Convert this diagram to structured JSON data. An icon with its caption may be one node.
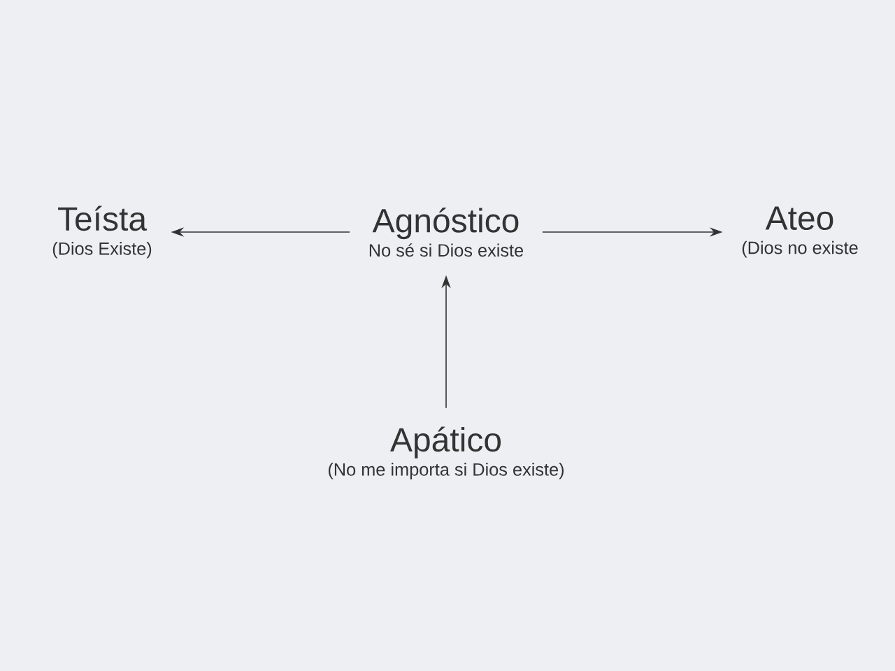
{
  "diagram": {
    "nodes": [
      {
        "text": [
          "Teísta",
          "(Dios Existe)"
        ]
      },
      {
        "text": [
          "Agnóstico",
          "No sé si Dios existe"
        ]
      },
      {
        "text": [
          "Ateo",
          "(Dios no existe"
        ]
      },
      {
        "text": [
          "Apático",
          "(No me importa si Dios existe)"
        ]
      }
    ],
    "edges": [
      {
        "from": 1,
        "to": 0,
        "arrow": "to"
      },
      {
        "from": 1,
        "to": 2,
        "arrow": "to"
      },
      {
        "from": 3,
        "to": 1,
        "arrow": "to"
      }
    ]
  }
}
